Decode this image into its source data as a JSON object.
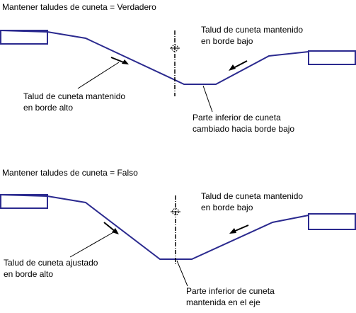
{
  "colors": {
    "profile": "#2b2a8f",
    "ink": "#000000",
    "background": "#ffffff"
  },
  "icons": {
    "centerline_marker": "circle-cross-icon",
    "direction_arrow": "arrow-icon"
  },
  "diagram_true": {
    "title": "Mantener taludes de cuneta = Verdadero",
    "callout_high": [
      "Talud de cuneta mantenido",
      "en borde alto"
    ],
    "callout_low": [
      "Talud de cuneta mantenido",
      "en borde bajo"
    ],
    "callout_bottom": [
      "Parte inferior de cuneta",
      "cambiado hacia borde bajo"
    ]
  },
  "diagram_false": {
    "title": "Mantener taludes de cuneta = Falso",
    "callout_high": [
      "Talud de cuneta ajustado",
      "en borde alto"
    ],
    "callout_low": [
      "Talud de cuneta mantenido",
      "en borde bajo"
    ],
    "callout_bottom": [
      "Parte inferior de cuneta",
      "mantenida en el eje"
    ]
  }
}
